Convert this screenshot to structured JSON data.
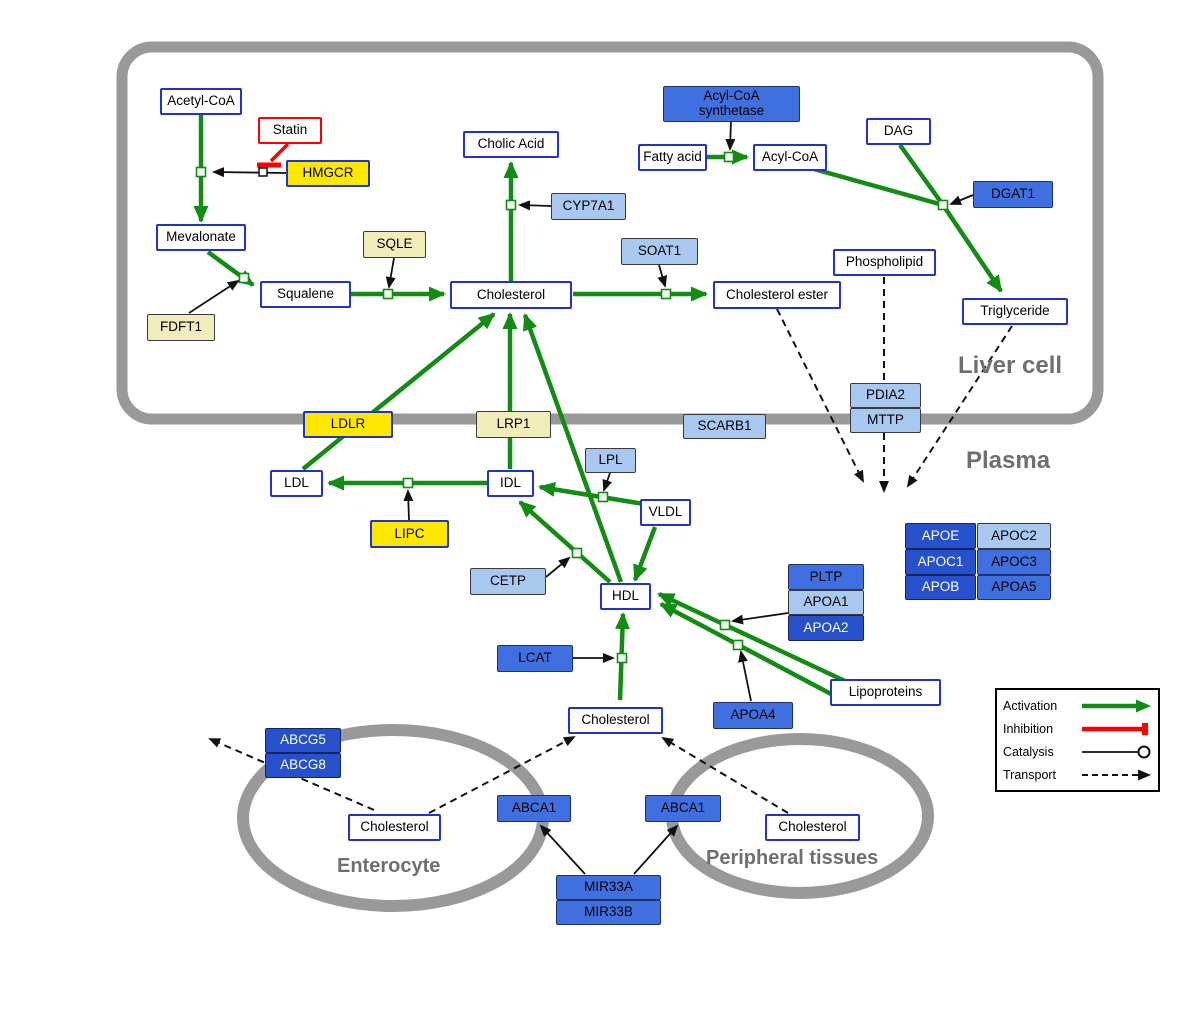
{
  "regions": {
    "liver_cell": "Liver cell",
    "plasma": "Plasma",
    "enterocyte": "Enterocyte",
    "peripheral_tissues": "Peripheral tissues"
  },
  "nodes": {
    "acetyl_coa": "Acetyl-CoA",
    "statin": "Statin",
    "hmgcr": "HMGCR",
    "mevalonate": "Mevalonate",
    "fdft1": "FDFT1",
    "squalene": "Squalene",
    "sqle": "SQLE",
    "cholesterol_liver": "Cholesterol",
    "cholic_acid": "Cholic Acid",
    "cyp7a1": "CYP7A1",
    "soat1": "SOAT1",
    "cholesterol_ester": "Cholesterol ester",
    "acyl_coa_synthetase": "Acyl-CoA synthetase",
    "fatty_acid": "Fatty acid",
    "acyl_coa": "Acyl-CoA",
    "dag": "DAG",
    "dgat1": "DGAT1",
    "phospholipid": "Phospholipid",
    "triglyceride": "Triglyceride",
    "pdia2": "PDIA2",
    "mttp": "MTTP",
    "ldlr": "LDLR",
    "lrp1": "LRP1",
    "scarb1": "SCARB1",
    "ldl": "LDL",
    "idl": "IDL",
    "lpl": "LPL",
    "vldl": "VLDL",
    "lipc": "LIPC",
    "cetp": "CETP",
    "hdl": "HDL",
    "lcat": "LCAT",
    "apoa4": "APOA4",
    "lipoproteins": "Lipoproteins",
    "pltp": "PLTP",
    "apoa1": "APOA1",
    "apoa2": "APOA2",
    "apoe": "APOE",
    "apoc2": "APOC2",
    "apoc1": "APOC1",
    "apoc3": "APOC3",
    "apob": "APOB",
    "apoa5": "APOA5",
    "cholesterol_plasma": "Cholesterol",
    "abcg5": "ABCG5",
    "abcg8": "ABCG8",
    "cholesterol_enterocyte": "Cholesterol",
    "abca1_enterocyte": "ABCA1",
    "abca1_peripheral": "ABCA1",
    "cholesterol_peripheral": "Cholesterol",
    "mir33a": "MIR33A",
    "mir33b": "MIR33B"
  },
  "legend": {
    "items": [
      {
        "label": "Activation"
      },
      {
        "label": "Inhibition"
      },
      {
        "label": "Catalysis"
      },
      {
        "label": "Transport"
      }
    ]
  },
  "colors": {
    "activation": "#128c12",
    "inhibition": "#ff0000",
    "transport": "#111111",
    "membrane": "#999999",
    "metabolite_border": "#2034c8",
    "gene_yellow": "#ffe800",
    "gene_pale_yellow": "#f0edba",
    "gene_light_blue": "#a8c8f0",
    "gene_blue": "#4070e0",
    "gene_dark_blue": "#2750cc"
  }
}
